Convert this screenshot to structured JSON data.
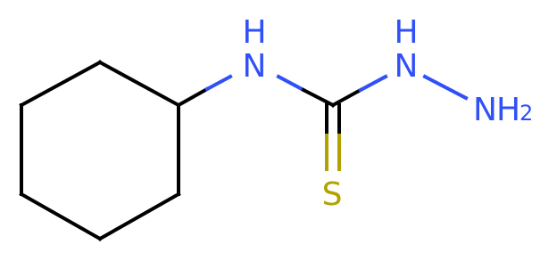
{
  "colors": {
    "carbon_bond": "#000000",
    "nitrogen": "#3050F8",
    "sulfur": "#B3A100",
    "background": "#ffffff"
  },
  "atoms": {
    "n1": {
      "element": "N",
      "label": "N",
      "hydrogen": "H"
    },
    "n2": {
      "element": "N",
      "label": "N",
      "hydrogen": "H"
    },
    "n3": {
      "element": "N",
      "label": "N",
      "hydrogen": "H",
      "hydrogen_count": "2"
    },
    "s1": {
      "element": "S",
      "label": "S"
    }
  },
  "bonds": {
    "c_s": "double"
  }
}
